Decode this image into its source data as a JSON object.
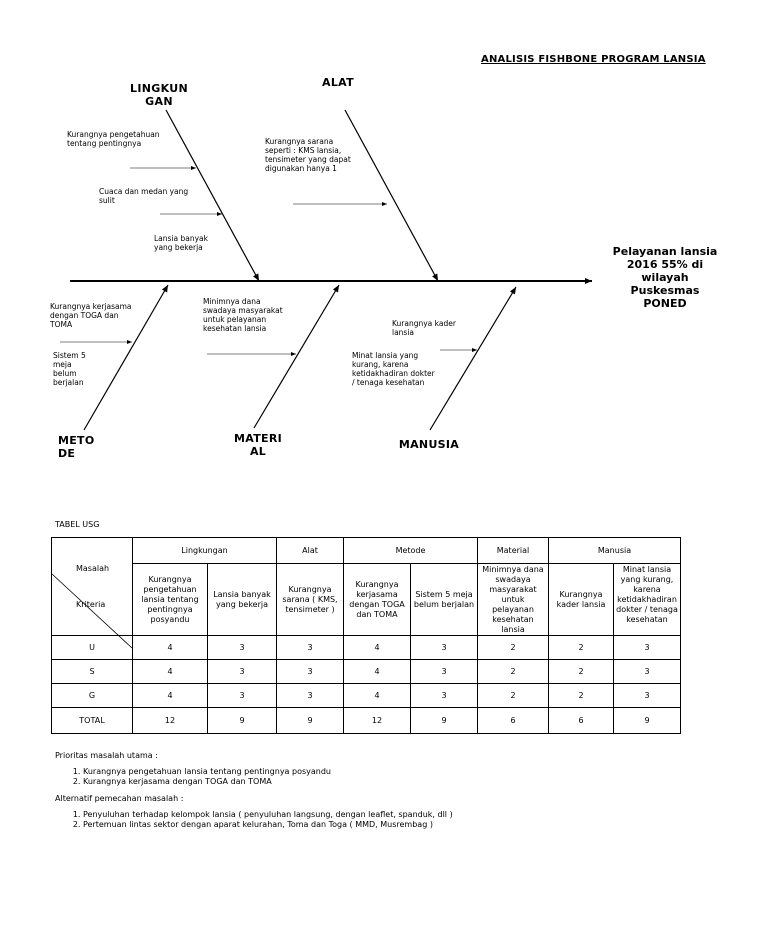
{
  "title": "ANALISIS FISHBONE PROGRAM LANSIA",
  "fishbone": {
    "effect": "Pelayanan lansia 2016 55% di wilayah Puskesmas PONED",
    "categories": {
      "lingkungan": "LINGKUN GAN",
      "alat": "ALAT",
      "metode": "METO DE",
      "material": "MATERI AL",
      "manusia": "MANUSIA"
    },
    "causes": {
      "lingkungan_1": "Kurangnya   pengetahuan tentang       pentingnya",
      "lingkungan_2": "Cuaca dan medan yang sulit",
      "lingkungan_3": "Lansia banyak yang bekerja",
      "alat_1": "Kurangnya sarana seperti : KMS lansia,  tensimeter yang dapat digunakan hanya 1",
      "metode_1": "Kurangnya kerjasama dengan TOGA dan TOMA",
      "metode_2": "Sistem 5 meja belum berjalan",
      "material_1": "Minimnya dana swadaya masyarakat untuk pelayanan kesehatan lansia",
      "manusia_1": "Kurangnya kader lansia",
      "manusia_2": "Minat lansia yang kurang, karena ketidakhadiran dokter / tenaga kesehatan"
    }
  },
  "usg": {
    "label": "TABEL USG",
    "masalah": "Masalah",
    "kriteria": "Kriteria",
    "groups": [
      "Lingkungan",
      "Alat",
      "Metode",
      "Material",
      "Manusia"
    ],
    "problems": [
      "Kurangnya pengetahuan lansia tentang pentingnya posyandu",
      "Lansia banyak yang bekerja",
      "Kurangnya sarana ( KMS, tensimeter )",
      "Kurangnya kerjasama dengan TOGA dan TOMA",
      "Sistem 5 meja belum berjalan",
      "Minimnya dana swadaya masyarakat untuk pelayanan kesehatan lansia",
      "Kurangnya kader lansia",
      "Minat lansia yang kurang, karena ketidakhadiran dokter / tenaga kesehatan"
    ],
    "rows": [
      {
        "label": "U",
        "values": [
          "4",
          "3",
          "3",
          "4",
          "3",
          "2",
          "2",
          "3"
        ]
      },
      {
        "label": "S",
        "values": [
          "4",
          "3",
          "3",
          "4",
          "3",
          "2",
          "2",
          "3"
        ]
      },
      {
        "label": "G",
        "values": [
          "4",
          "3",
          "3",
          "4",
          "3",
          "2",
          "2",
          "3"
        ]
      },
      {
        "label": "TOTAL",
        "values": [
          "12",
          "9",
          "9",
          "12",
          "9",
          "6",
          "6",
          "9"
        ]
      }
    ]
  },
  "prioritas": {
    "heading": "Prioritas masalah utama :",
    "items": [
      "Kurangnya pengetahuan lansia tentang pentingnya posyandu",
      "Kurangnya kerjasama dengan TOGA dan TOMA"
    ]
  },
  "alternatif": {
    "heading": "Alternatif pemecahan masalah :",
    "items": [
      "Penyuluhan terhadap kelompok lansia ( penyuluhan langsung, dengan leaflet, spanduk, dll )",
      "Pertemuan lintas sektor dengan aparat kelurahan, Toma dan Toga ( MMD, Musrembag )"
    ]
  }
}
